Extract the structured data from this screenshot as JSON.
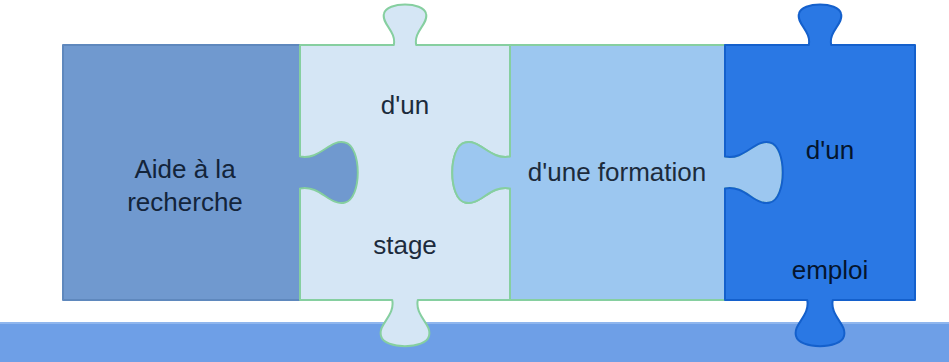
{
  "diagram": {
    "nodes": [
      {
        "text": [
          "Aide à la recherche"
        ]
      },
      {
        "text": [
          "d'un",
          "stage"
        ]
      },
      {
        "text": [
          "d'une formation"
        ]
      },
      {
        "text": [
          "d'un",
          "emploi"
        ]
      }
    ]
  }
}
